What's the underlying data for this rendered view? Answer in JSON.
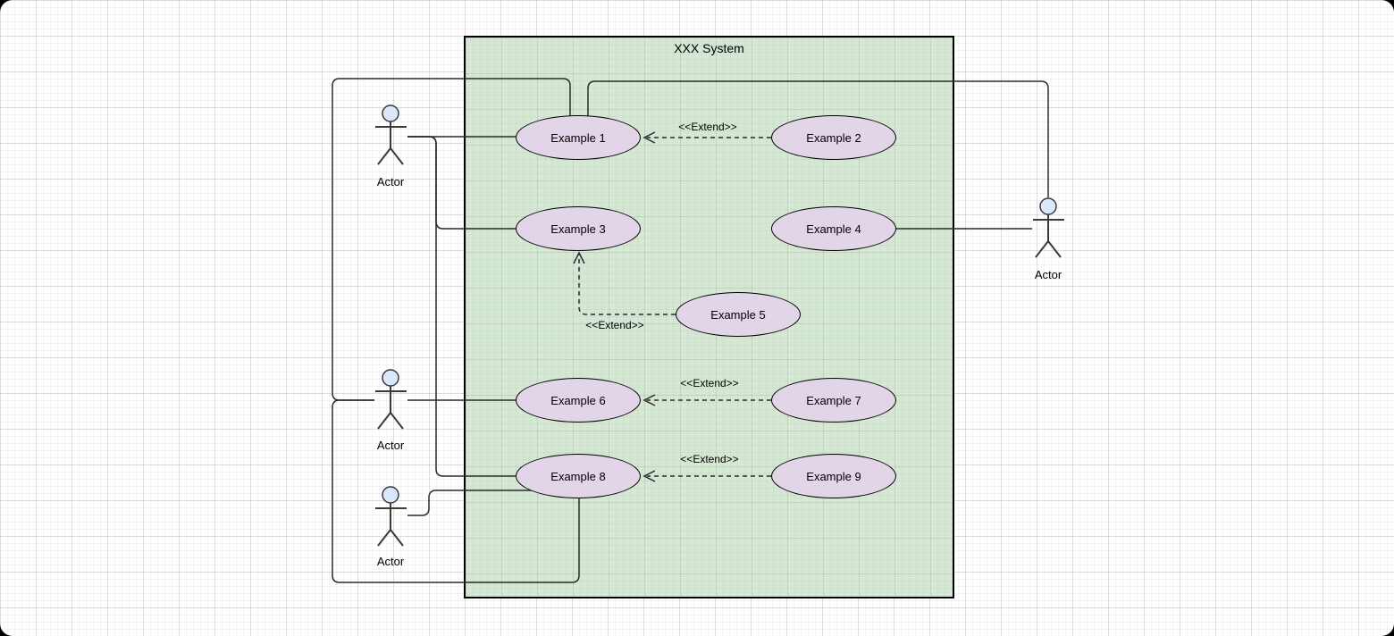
{
  "colors": {
    "boundary_fill": "#d5e8d4",
    "usecase_fill": "#e1d5e7",
    "shape_stroke": "#000000",
    "connector_stroke": "#2b2b2b",
    "actor_head_fill": "#dae8fc"
  },
  "diagram": {
    "system_boundary": {
      "title": "XXX System"
    },
    "use_cases": [
      {
        "label": "Example 1"
      },
      {
        "label": "Example 2"
      },
      {
        "label": "Example 3"
      },
      {
        "label": "Example 4"
      },
      {
        "label": "Example 5"
      },
      {
        "label": "Example 6"
      },
      {
        "label": "Example 7"
      },
      {
        "label": "Example 8"
      },
      {
        "label": "Example 9"
      }
    ],
    "actors": [
      {
        "label": "Actor",
        "position": "left-top"
      },
      {
        "label": "Actor",
        "position": "left-middle"
      },
      {
        "label": "Actor",
        "position": "left-bottom"
      },
      {
        "label": "Actor",
        "position": "right"
      }
    ],
    "relationships": {
      "extends": [
        {
          "from": "Example 2",
          "to": "Example 1",
          "label": "<<Extend>>"
        },
        {
          "from": "Example 5",
          "to": "Example 3",
          "label": "<<Extend>>"
        },
        {
          "from": "Example 7",
          "to": "Example 6",
          "label": "<<Extend>>"
        },
        {
          "from": "Example 9",
          "to": "Example 8",
          "label": "<<Extend>>"
        }
      ],
      "associations": [
        {
          "actor": "left-top",
          "use_case": "Example 1"
        },
        {
          "actor": "left-top",
          "use_case": "Example 3"
        },
        {
          "actor": "left-top",
          "use_case": "Example 8"
        },
        {
          "actor": "left-middle",
          "use_case": "Example 1"
        },
        {
          "actor": "left-middle",
          "use_case": "Example 6"
        },
        {
          "actor": "left-middle",
          "use_case": "Example 8"
        },
        {
          "actor": "left-bottom",
          "use_case": "Example 8"
        },
        {
          "actor": "right",
          "use_case": "Example 1"
        },
        {
          "actor": "right",
          "use_case": "Example 4"
        }
      ]
    }
  }
}
